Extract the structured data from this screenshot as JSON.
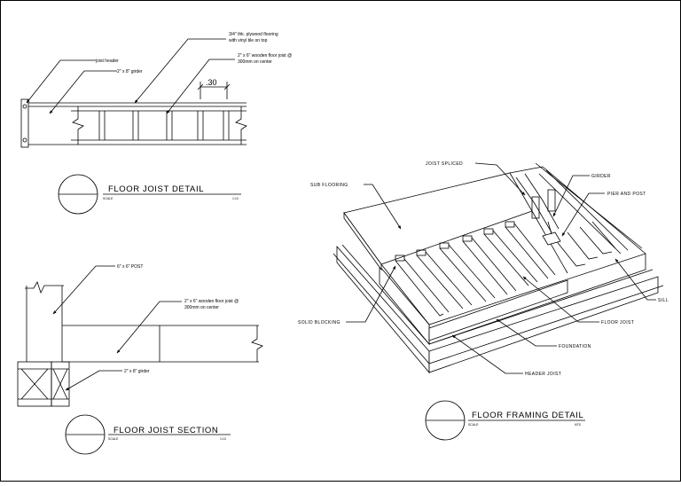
{
  "detail": {
    "title": "FLOOR JOIST DETAIL",
    "scale_label": "SCALE",
    "scale_value": "1:10",
    "spacing": ".30",
    "labels": {
      "flooring_1": "3/4\" thk. plywood flooring",
      "flooring_2": "with vinyl tile on top",
      "header": "joist header",
      "girder": "2\" x 8\" girder",
      "joist_1": "2\" x 6\" wooden floor joist @",
      "joist_2": "300mm on center"
    }
  },
  "section": {
    "title": "FLOOR JOIST SECTION",
    "scale_label": "SCALE",
    "scale_value": "1:10",
    "labels": {
      "post": "6\" x 6\" POST",
      "joist_1": "2\" x 6\" wooden floor joist @",
      "joist_2": "300mm on center",
      "girder": "2\" x 8\" girder"
    }
  },
  "framing": {
    "title": "FLOOR FRAMING DETAIL",
    "scale_label": "SCALE",
    "scale_value": "NTS",
    "labels": {
      "joist_spliced": "JOIST SPLICED",
      "girder": "GIRDER",
      "pier": "PIER AND POST",
      "sub_flooring": "SUB FLOORING",
      "sill": "SILL",
      "solid_blocking": "SOLID BLOCKING",
      "floor_joist": "FLOOR JOIST",
      "foundation": "FOUNDATION",
      "header_joist": "HEADER JOIST"
    }
  }
}
